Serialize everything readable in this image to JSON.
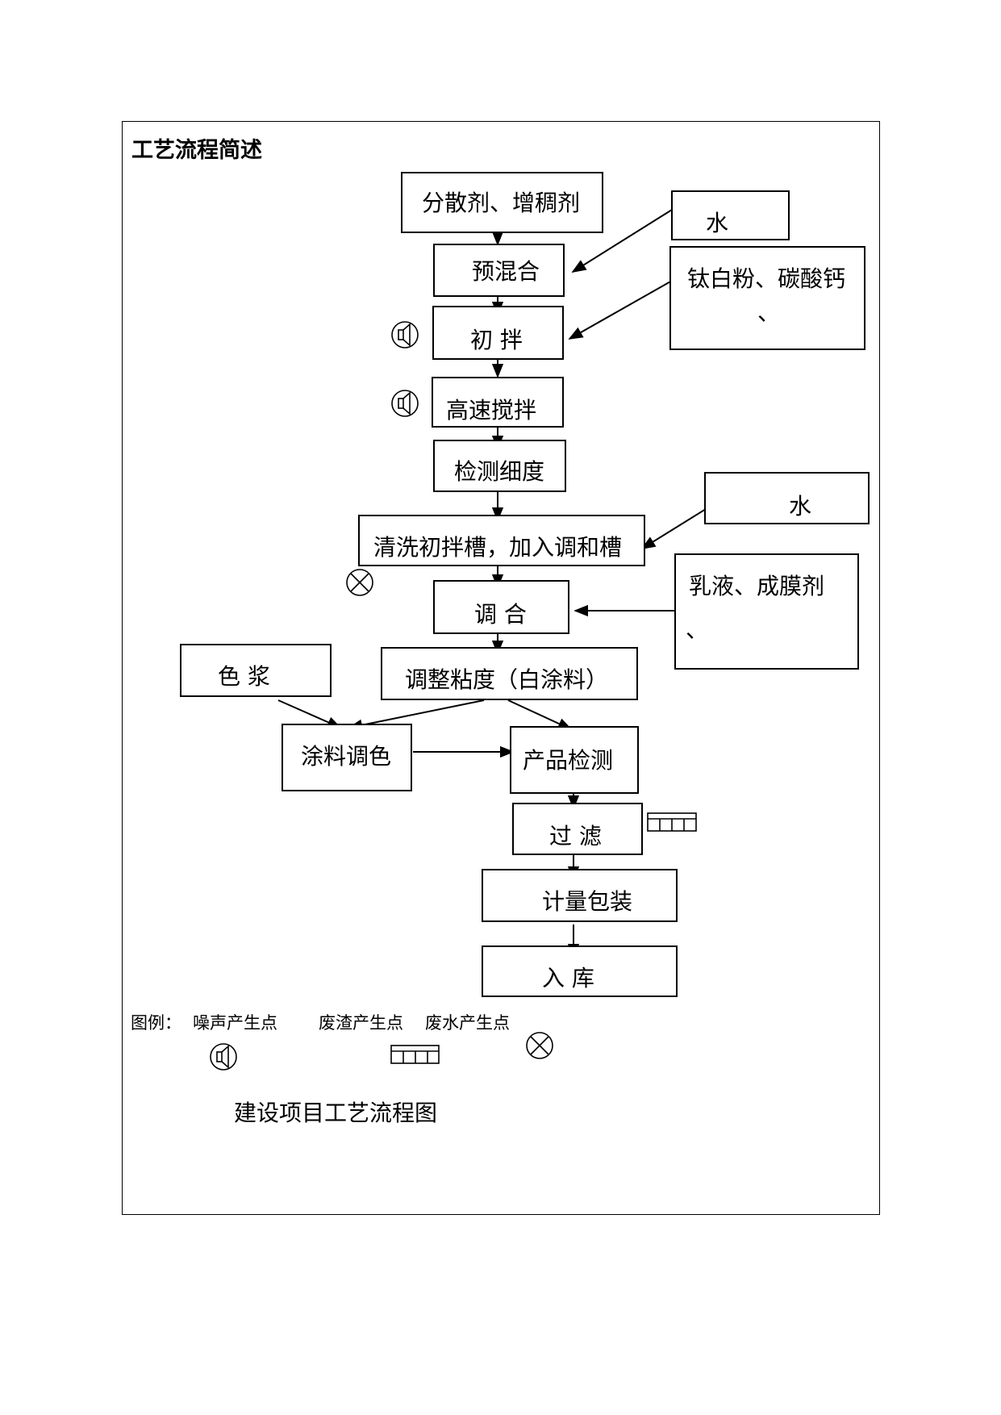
{
  "heading": "工艺流程简述",
  "nodes": {
    "dispersant": "分散剂、增稠剂",
    "water_1": "水",
    "premix": "预混合",
    "pigment_filler": "钛白粉、碳酸钙",
    "pigment_filler_tail": "、",
    "initial_mix": "初 拌",
    "high_speed_mix": "高速搅拌",
    "fineness_test": "检测细度",
    "water_2": "水",
    "clean_tank": "清洗初拌槽，加入调和槽",
    "emulsion": "乳液、成膜剂",
    "emulsion_tail": "、",
    "blend": "调 合",
    "color_paste": "色 浆",
    "viscosity": "调整粘度（白涂料）",
    "tinting": "涂料调色",
    "product_test": "产品检测",
    "filter": "过 滤",
    "packaging": "计量包装",
    "storage": "入 库"
  },
  "legend": {
    "title": "图例：",
    "noise": "噪声产生点",
    "slag": "废渣产生点",
    "wastewater": "废水产生点",
    "noise_icon": "speaker-icon",
    "slag_icon": "grid-bar-icon",
    "wastewater_icon": "circle-cross-icon"
  },
  "caption": "建设项目工艺流程图"
}
